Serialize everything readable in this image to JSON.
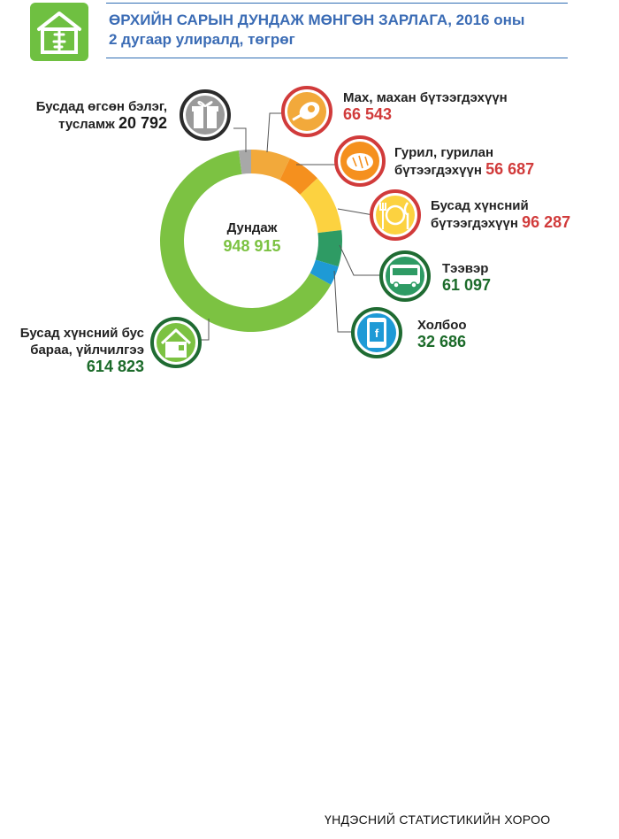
{
  "header": {
    "title_line1": "ӨРХИЙН САРЫН ДУНДАЖ МӨНГӨН ЗАРЛАГА, 2016 оны",
    "title_line2": "2 дугаар улиралд, төгрөг"
  },
  "footer": {
    "source": "ҮНДЭСНИЙ СТАТИСТИКИЙН ХОРОО"
  },
  "colors": {
    "logo": "#6fc041",
    "title": "#3b6cb5",
    "value_red": "#d13b3b",
    "value_green": "#1c6b2a",
    "center_value": "#7cc242"
  },
  "chart_data": {
    "type": "pie",
    "total_label": "Дундаж",
    "total": 948915,
    "total_display": "948 915",
    "series": [
      {
        "category": "Мах, махан бүтээгдэхүүн",
        "label_line1": "Мах, махан бүтээгдэхүүн",
        "label_line2": "",
        "value": 66543,
        "display": "66 543",
        "color": "#f2a93b",
        "icon": "meat-icon"
      },
      {
        "category": "Гурил, гурилан бүтээгдэхүүн",
        "label_line1": "Гурил, гурилан",
        "label_line2": "бүтээгдэхүүн",
        "value": 56687,
        "display": "56 687",
        "color": "#f5901e",
        "icon": "bread-icon"
      },
      {
        "category": "Бусад хүнсний бүтээгдэхүүн",
        "label_line1": "Бусад хүнсний",
        "label_line2": "бүтээгдэхүүн",
        "value": 96287,
        "display": "96 287",
        "color": "#fcd240",
        "icon": "plate-cutlery-icon"
      },
      {
        "category": "Тээвэр",
        "label_line1": "Тээвэр",
        "label_line2": "",
        "value": 61097,
        "display": "61 097",
        "color": "#2e9b64",
        "icon": "bus-icon"
      },
      {
        "category": "Холбоо",
        "label_line1": "Холбоо",
        "label_line2": "",
        "value": 32686,
        "display": "32 686",
        "color": "#1e9ad6",
        "icon": "smartphone-icon"
      },
      {
        "category": "Бусад хүнсний бус бараа, үйлчилгээ",
        "label_line1": "Бусад хүнсний бус",
        "label_line2": "бараа,  үйлчилгээ",
        "value": 614823,
        "display": "614 823",
        "color": "#7cc242",
        "icon": "house-icon"
      },
      {
        "category": "Бусдад өгсөн бэлэг, тусламж",
        "label_line1": "Бусдад өгсөн бэлэг,",
        "label_line2": "тусламж",
        "value": 20792,
        "display": "20 792",
        "color": "#a8a8a8",
        "icon": "gift-icon"
      }
    ]
  }
}
